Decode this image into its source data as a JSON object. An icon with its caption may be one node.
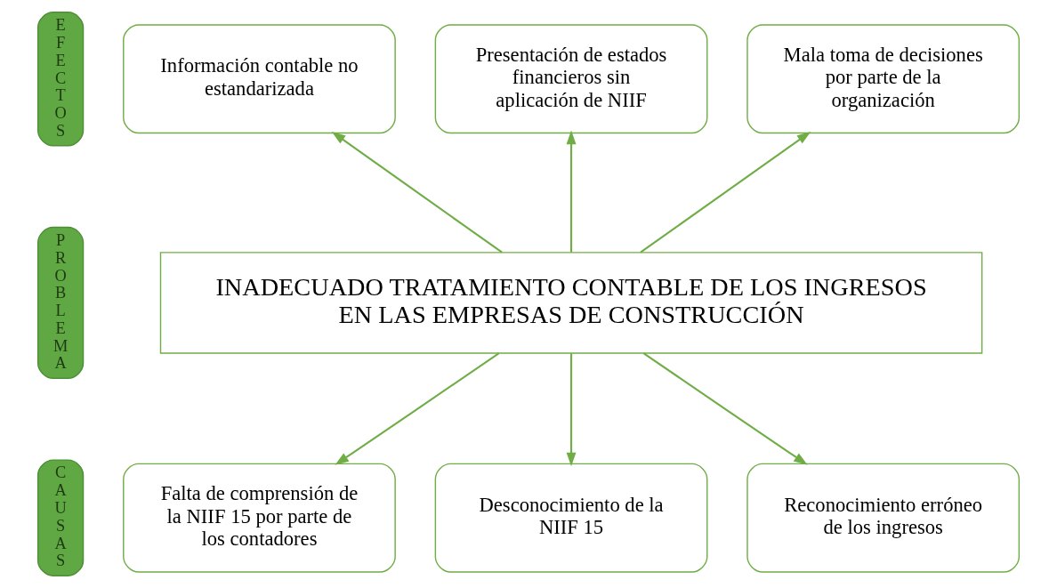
{
  "diagram": {
    "nodes": [
      {
        "text": [
          "E F E C T O S"
        ]
      },
      {
        "text": [
          "Información contable no estandarizada"
        ]
      },
      {
        "text": [
          "Presentación de estados financieros sin aplicación de NIIF"
        ]
      },
      {
        "text": [
          "Mala toma de decisiones por parte de la organización"
        ]
      },
      {
        "text": [
          "P R O B L E M A"
        ]
      },
      {
        "text": [
          "INADECUADO TRATAMIENTO CONTABLE DE LOS INGRESOS EN LAS EMPRESAS DE CONSTRUCCIÓN"
        ]
      },
      {
        "text": [
          "C A U S A S"
        ]
      },
      {
        "text": [
          "Falta de comprensión de la NIIF 15 por parte de los contadores"
        ]
      },
      {
        "text": [
          "Desconocimiento de la NIIF 15"
        ]
      },
      {
        "text": [
          "Reconocimiento erróneo de los ingresos"
        ]
      }
    ],
    "edges": [
      {
        "from": 5,
        "to": 1,
        "arrow": "to",
        "color": "#70ad47"
      },
      {
        "from": 5,
        "to": 2,
        "arrow": "to",
        "color": "#70ad47"
      },
      {
        "from": 5,
        "to": 3,
        "arrow": "to",
        "color": "#70ad47"
      },
      {
        "from": 5,
        "to": 7,
        "arrow": "to",
        "color": "#70ad47"
      },
      {
        "from": 5,
        "to": 8,
        "arrow": "to",
        "color": "#70ad47"
      },
      {
        "from": 5,
        "to": 9,
        "arrow": "to",
        "color": "#70ad47"
      }
    ]
  }
}
